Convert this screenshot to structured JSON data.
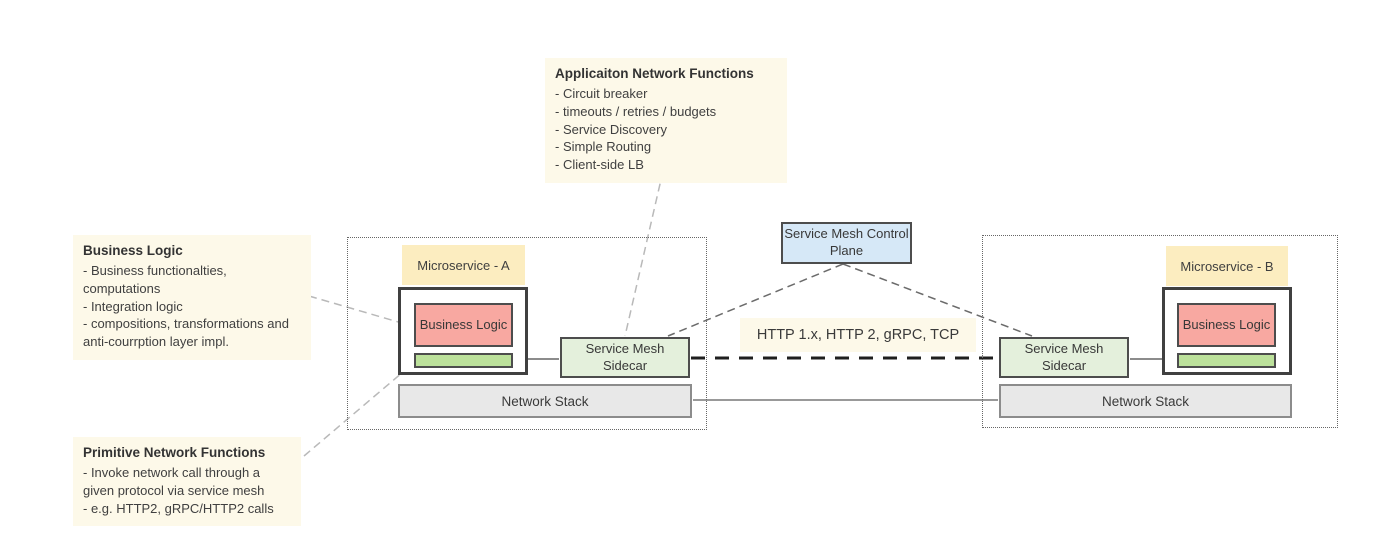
{
  "palette": {
    "note_bg": "#FDF9E9",
    "label_bg": "#FCEDC0",
    "pink": "#F8A8A1",
    "green_bar": "#BCE19B",
    "sidecar_bg": "#E4F0DC",
    "stack_bg": "#E8E8E8",
    "control_bg": "#D6E8F7"
  },
  "notes": {
    "application": {
      "title": "Applicaiton Network Functions",
      "items": [
        "- Circuit breaker",
        "- timeouts / retries / budgets",
        "- Service Discovery",
        "- Simple Routing",
        "- Client-side LB"
      ]
    },
    "business": {
      "title": "Business Logic",
      "items": [
        "- Business functionalties, computations",
        "- Integration logic",
        "- compositions, transformations and anti-courrption layer impl."
      ]
    },
    "primitive": {
      "title": "Primitive Network Functions",
      "items": [
        "- Invoke network call through a given protocol via service mesh",
        "- e.g. HTTP2, gRPC/HTTP2 calls"
      ]
    }
  },
  "microservice_a": {
    "label": "Microservice - A",
    "business_logic": "Business Logic",
    "sidecar": "Service Mesh Sidecar",
    "network_stack": "Network Stack"
  },
  "microservice_b": {
    "label": "Microservice - B",
    "business_logic": "Business Logic",
    "sidecar": "Service Mesh Sidecar",
    "network_stack": "Network Stack"
  },
  "control_plane": {
    "label": "Service Mesh Control Plane"
  },
  "protocols_label": "HTTP 1.x, HTTP 2, gRPC, TCP"
}
